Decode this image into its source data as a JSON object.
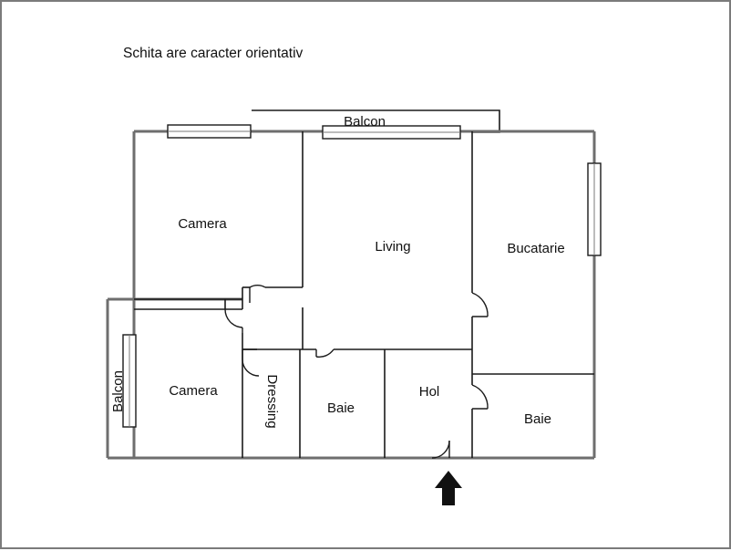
{
  "page": {
    "title_note": "Schita are caracter orientativ",
    "background_color": "#ffffff",
    "frame_color": "#7b7b7b",
    "wall_color": "#6e6e6e",
    "inner_wall_color": "#1a1a1a",
    "arrow_color": "#111111"
  },
  "rooms": [
    {
      "id": "balcon_top",
      "label": "Balcon",
      "orientation": "horizontal"
    },
    {
      "id": "camera_top",
      "label": "Camera",
      "orientation": "horizontal"
    },
    {
      "id": "living",
      "label": "Living",
      "orientation": "horizontal"
    },
    {
      "id": "bucatarie",
      "label": "Bucatarie",
      "orientation": "horizontal"
    },
    {
      "id": "balcon_left",
      "label": "Balcon",
      "orientation": "vertical"
    },
    {
      "id": "camera_bottom",
      "label": "Camera",
      "orientation": "horizontal"
    },
    {
      "id": "dressing",
      "label": "Dressing",
      "orientation": "vertical"
    },
    {
      "id": "baie_mid",
      "label": "Baie",
      "orientation": "horizontal"
    },
    {
      "id": "hol",
      "label": "Hol",
      "orientation": "horizontal"
    },
    {
      "id": "baie_right",
      "label": "Baie",
      "orientation": "horizontal"
    }
  ],
  "labels": {
    "balcon_top": "Balcon",
    "camera_top": "Camera",
    "living": "Living",
    "bucatarie": "Bucatarie",
    "balcon_left": "Balcon",
    "camera_bottom": "Camera",
    "dressing": "Dressing",
    "baie_mid": "Baie",
    "hol": "Hol",
    "baie_right": "Baie"
  },
  "features": {
    "entry_arrow": "entry-direction-arrow",
    "window_count": 4,
    "door_count": 6
  }
}
